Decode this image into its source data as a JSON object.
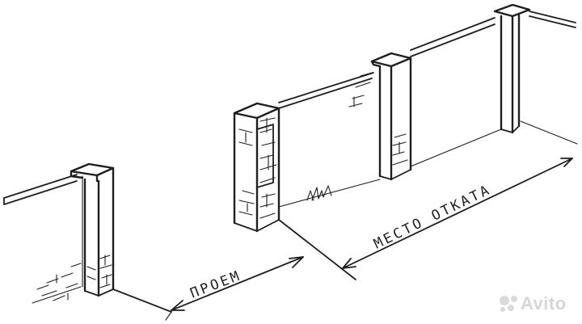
{
  "labels": {
    "opening": "ПРОЕМ",
    "rollback_area": "МЕСТО ОТКАТА"
  },
  "watermark": {
    "text": "Avito",
    "icon": "avito-logo-icon"
  },
  "colors": {
    "ink": "#1e1e1e",
    "paper": "#ffffff",
    "watermark": "#d2d2d2"
  }
}
